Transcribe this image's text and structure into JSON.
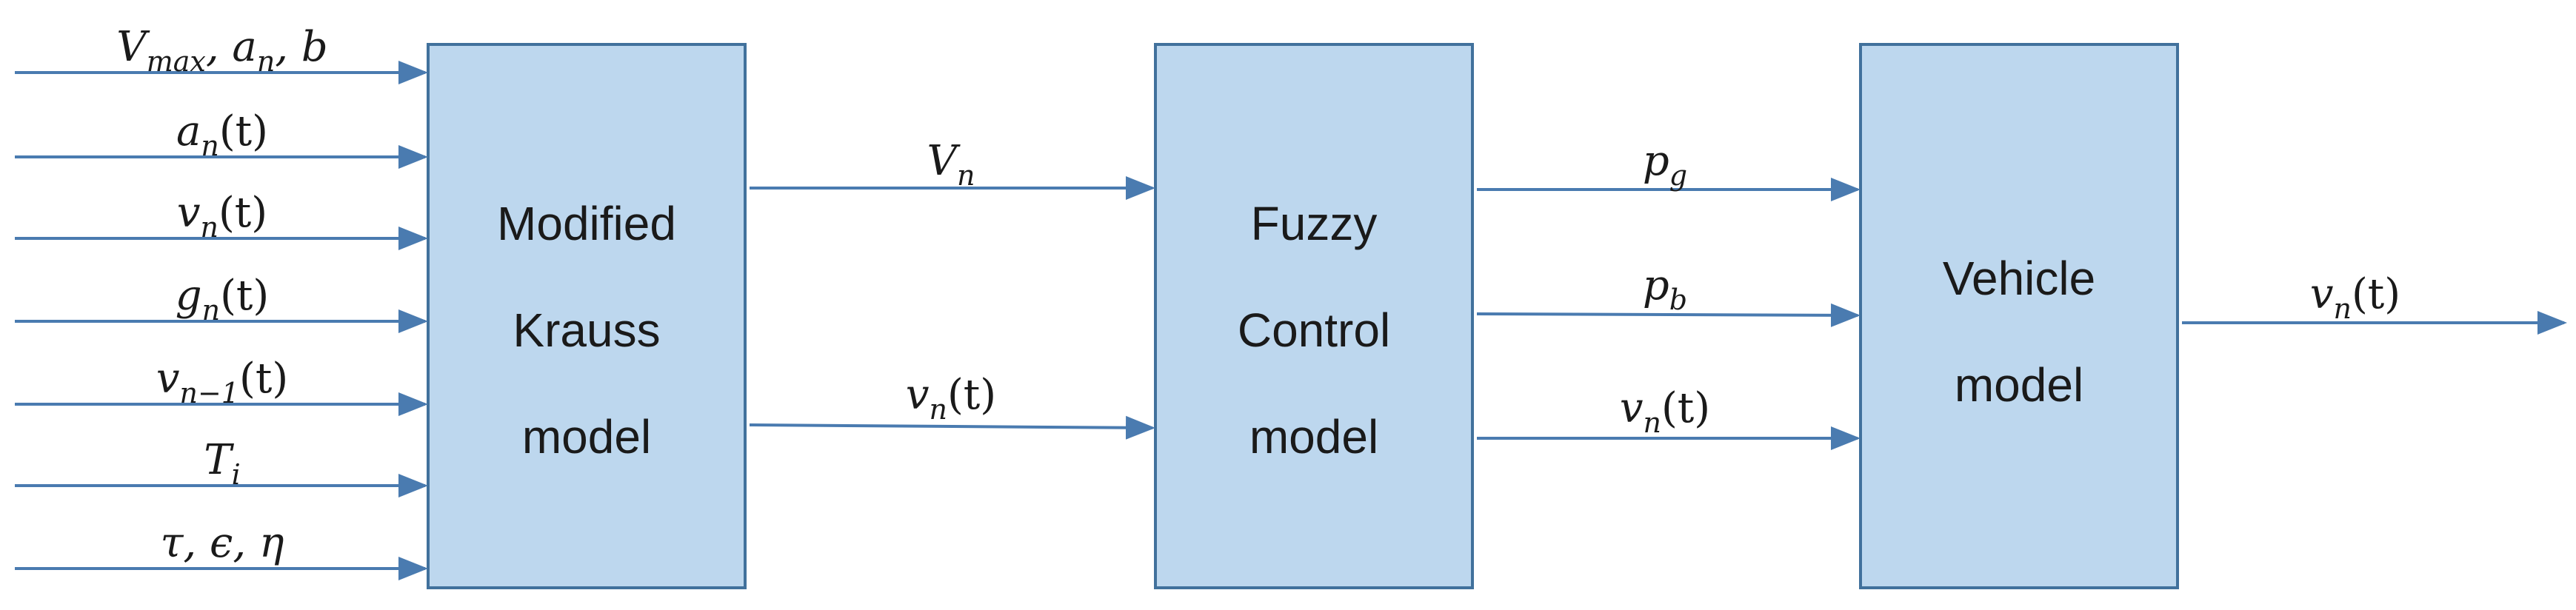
{
  "blocks": {
    "krauss": {
      "line1": "Modified",
      "line2": "Krauss",
      "line3": "model"
    },
    "fuzzy": {
      "line1": "Fuzzy",
      "line2": "Control",
      "line3": "model"
    },
    "vehicle": {
      "line1": "Vehicle",
      "line2": "model"
    }
  },
  "inputs": {
    "in1": {
      "a": "V",
      "a_sub": "max",
      "b": ", a",
      "b_sub": "n",
      "c": ", b"
    },
    "in2": {
      "base": "a",
      "sub": "n",
      "arg": "(t)"
    },
    "in3": {
      "base": "v",
      "sub": "n",
      "arg": "(t)"
    },
    "in4": {
      "base": "g",
      "sub": "n",
      "arg": "(t)"
    },
    "in5": {
      "base": "v",
      "sub": "n−1",
      "arg": "(t)"
    },
    "in6": {
      "base": "T",
      "sub": "i"
    },
    "in7": {
      "text": "τ, ϵ, η"
    }
  },
  "links": {
    "krauss_to_fuzzy_top": {
      "base": "V",
      "sub": "n"
    },
    "krauss_to_fuzzy_bottom": {
      "base": "v",
      "sub": "n",
      "arg": "(t)"
    },
    "fuzzy_to_vehicle_1": {
      "base": "p",
      "sub": "g"
    },
    "fuzzy_to_vehicle_2": {
      "base": "p",
      "sub": "b"
    },
    "fuzzy_to_vehicle_3": {
      "base": "v",
      "sub": "n",
      "arg": "(t)"
    }
  },
  "output": {
    "base": "v",
    "sub": "n",
    "arg": "(t)"
  },
  "colors": {
    "block_fill": "#bdd7ee",
    "block_stroke": "#41719c",
    "arrow": "#4a7bb0"
  }
}
